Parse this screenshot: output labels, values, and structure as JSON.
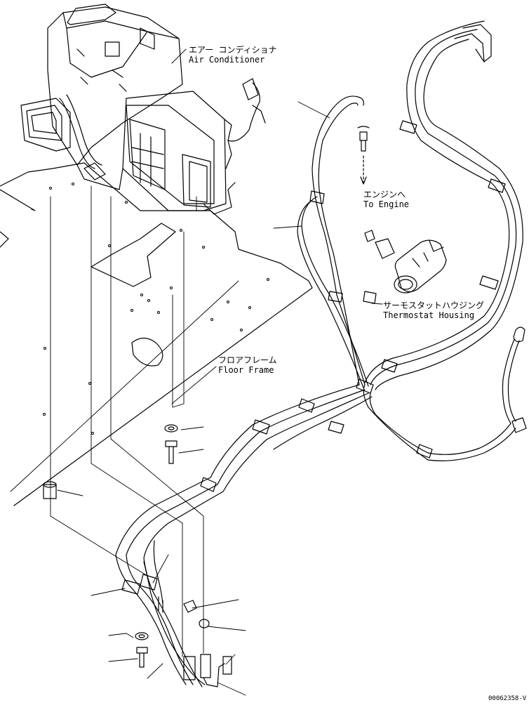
{
  "labels": {
    "air_conditioner_jp": "エアー コンディショナ",
    "air_conditioner_en": "Air Conditioner",
    "to_engine_jp": "エンジンへ",
    "to_engine_en": "To Engine",
    "thermostat_jp": "サーモスタットハウジング",
    "thermostat_en": "Thermostat Housing",
    "floor_frame_jp": "フロアフレーム",
    "floor_frame_en": "Floor Frame"
  },
  "drawing_id": "00062358-V"
}
